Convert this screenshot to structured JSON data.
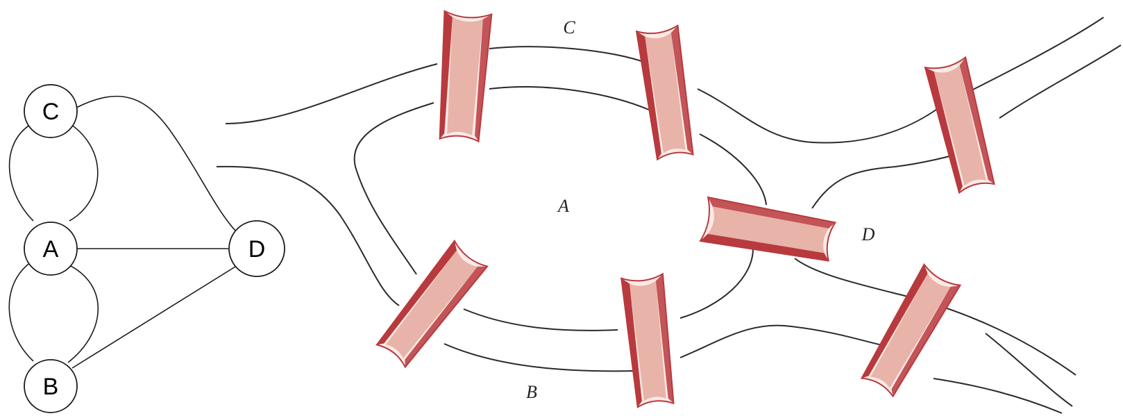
{
  "graph": {
    "nodes": [
      {
        "id": "C",
        "label": "C"
      },
      {
        "id": "A",
        "label": "A"
      },
      {
        "id": "D",
        "label": "D"
      },
      {
        "id": "B",
        "label": "B"
      }
    ],
    "edges": [
      {
        "from": "A",
        "to": "C"
      },
      {
        "from": "A",
        "to": "C"
      },
      {
        "from": "A",
        "to": "B"
      },
      {
        "from": "A",
        "to": "B"
      },
      {
        "from": "A",
        "to": "D"
      },
      {
        "from": "C",
        "to": "D"
      },
      {
        "from": "B",
        "to": "D"
      }
    ]
  },
  "map": {
    "regions": [
      {
        "id": "C",
        "label": "C"
      },
      {
        "id": "A",
        "label": "A"
      },
      {
        "id": "D",
        "label": "D"
      },
      {
        "id": "B",
        "label": "B"
      }
    ],
    "bridge_count": 7
  },
  "colors": {
    "line": "#1a1a1a",
    "bridge_fill": "#e8b3a8",
    "bridge_dark": "#b83a3e",
    "bridge_light": "#fbeae6"
  }
}
